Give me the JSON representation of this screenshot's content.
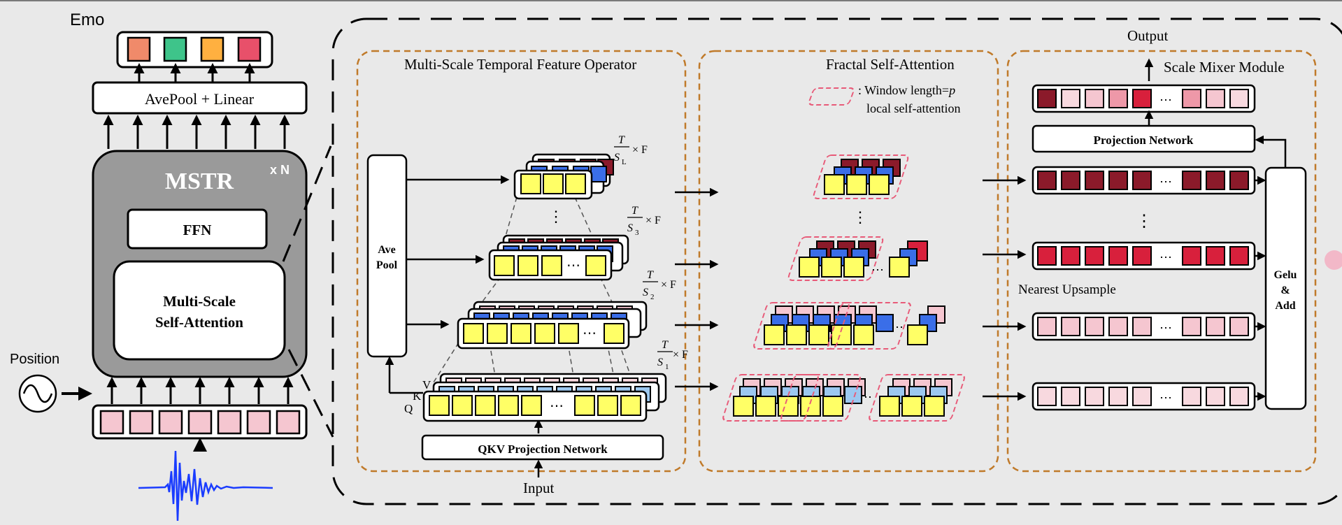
{
  "colors": {
    "background": "#e9e9e9",
    "dashed_orange": "#c07a2a",
    "yellow": "#ffff66",
    "blue": "#3a6ee8",
    "light_blue": "#9cc8f0",
    "dark_red": "#8b1a2a",
    "red": "#d8203c",
    "pink": "#f5c6d0",
    "light_pink": "#f8d9df",
    "waveform": "#1a3cff",
    "emo": [
      "#f08a6a",
      "#3ec48a",
      "#ffb040",
      "#e8506a"
    ]
  },
  "labels": {
    "emo": "Emo",
    "avepool_linear": "AvePool + Linear",
    "mstr": "MSTR",
    "xn": "x N",
    "ffn": "FFN",
    "msa_line1": "Multi-Scale",
    "msa_line2": "Self-Attention",
    "position": "Position",
    "output": "Output",
    "input": "Input",
    "mstfo_title": "Multi-Scale Temporal Feature Operator",
    "fsa_title": "Fractal Self-Attention",
    "smm_title": "Scale Mixer Module",
    "ave_pool_line1": "Ave",
    "ave_pool_line2": "Pool",
    "qkv_proj": "QKV Projection Network",
    "proj_net": "Projection Network",
    "gelu_line1": "Gelu",
    "gelu_line2": "&",
    "gelu_line3": "Add",
    "nearest_upsample": "Nearest Upsample",
    "window_line1": ": Window length=",
    "window_p": "p",
    "window_line2": "local self-attention",
    "q": "Q",
    "k": "K",
    "v": "V",
    "dots": "⋯",
    "vdots": "⋮",
    "scale_T": "T",
    "scale_times_F": "× F",
    "scale_SL": "S",
    "scale_SL_sub": "L",
    "scale_S3_sub": "3",
    "scale_S2_sub": "2",
    "scale_S1_sub": "1"
  }
}
